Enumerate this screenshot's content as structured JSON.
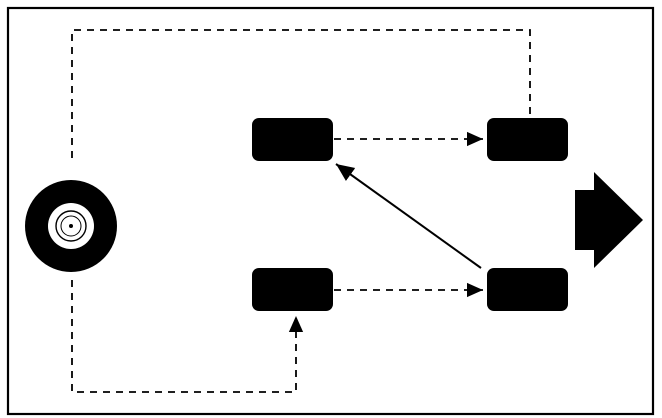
{
  "diagram": {
    "description_visible_text": "",
    "colors": {
      "background": "#ffffff",
      "ink": "#000000"
    },
    "icons": {
      "tire": "tire-icon",
      "direction_arrow": "forward-direction-arrow-icon"
    },
    "elements": {
      "wheels": [
        {
          "id": "front-left-wheel"
        },
        {
          "id": "front-right-wheel"
        },
        {
          "id": "rear-left-wheel"
        },
        {
          "id": "rear-right-wheel"
        }
      ],
      "connections": [
        {
          "from": "spare-tire",
          "to": "front-right-wheel",
          "style": "dashed"
        },
        {
          "from": "front-left-wheel",
          "to": "front-right-wheel",
          "style": "dashed"
        },
        {
          "from": "rear-right-wheel",
          "to": "front-left-wheel",
          "style": "solid"
        },
        {
          "from": "rear-left-wheel",
          "to": "rear-right-wheel",
          "style": "dashed"
        },
        {
          "from": "spare-tire",
          "to": "rear-left-wheel",
          "style": "dashed"
        }
      ]
    }
  }
}
